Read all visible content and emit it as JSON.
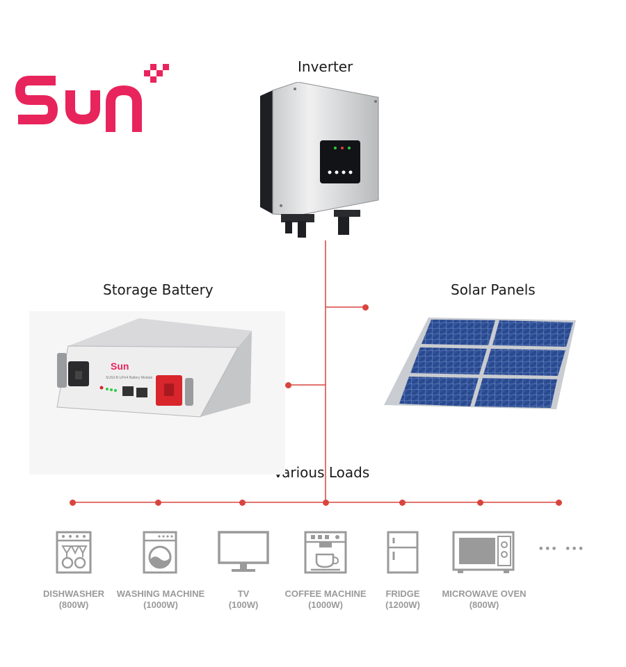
{
  "brand": {
    "logo_text": "Sun",
    "color": "#e8245c"
  },
  "accent_color": "#d9443d",
  "components": {
    "inverter": {
      "label": "Inverter"
    },
    "battery": {
      "label": "Storage Battery",
      "logo_text": "Sun",
      "module_text": "SUS3-B LiPo4 Battery Module"
    },
    "solar": {
      "label": "Solar Panels"
    },
    "loads": {
      "label": "Various Loads"
    }
  },
  "loads": [
    {
      "name": "DISHWASHER",
      "power": "(800W)",
      "icon": "dishwasher-icon"
    },
    {
      "name": "WASHING MACHINE",
      "power": "(1000W)",
      "icon": "washing-machine-icon"
    },
    {
      "name": "TV",
      "power": "(100W)",
      "icon": "tv-icon"
    },
    {
      "name": "COFFEE MACHINE",
      "power": "(1000W)",
      "icon": "coffee-machine-icon"
    },
    {
      "name": "FRIDGE",
      "power": "(1200W)",
      "icon": "fridge-icon"
    },
    {
      "name": "MICROWAVE OVEN",
      "power": "(800W)",
      "icon": "microwave-icon"
    }
  ],
  "more_indicator": "•••  •••"
}
